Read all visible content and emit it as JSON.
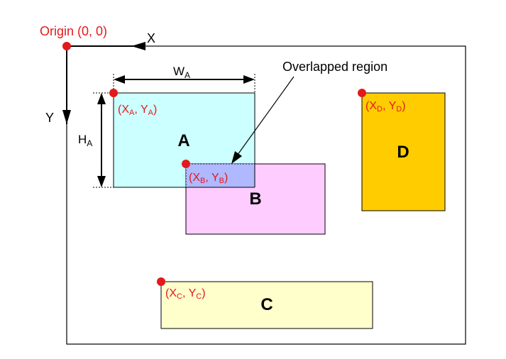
{
  "origin": {
    "label": "Origin (0, 0)"
  },
  "axes": {
    "x_label": "X",
    "y_label": "Y"
  },
  "dimensions": {
    "width": {
      "base": "W",
      "sub": "A"
    },
    "height": {
      "base": "H",
      "sub": "A"
    }
  },
  "callout": {
    "label": "Overlapped region"
  },
  "rectangles": [
    {
      "id": "A",
      "name": "A",
      "fill": "#ccffff",
      "coord": {
        "open": "(",
        "x": "X",
        "xs": "A",
        "sep": ", ",
        "y": "Y",
        "ys": "A",
        "close": ")"
      }
    },
    {
      "id": "B",
      "name": "B",
      "fill": "#ffccff",
      "coord": {
        "open": "(",
        "x": "X",
        "xs": "B",
        "sep": ", ",
        "y": "Y",
        "ys": "B",
        "close": ")"
      }
    },
    {
      "id": "C",
      "name": "C",
      "fill": "#ffffcc",
      "coord": {
        "open": "(",
        "x": "X",
        "xs": "C",
        "sep": ", ",
        "y": "Y",
        "ys": "C",
        "close": ")"
      }
    },
    {
      "id": "D",
      "name": "D",
      "fill": "#ffcc00",
      "coord": {
        "open": "(",
        "x": "X",
        "xs": "D",
        "sep": ", ",
        "y": "Y",
        "ys": "D",
        "close": ")"
      }
    }
  ],
  "overlap_fill": "#b0b8ff",
  "point_color": "#e3191c"
}
